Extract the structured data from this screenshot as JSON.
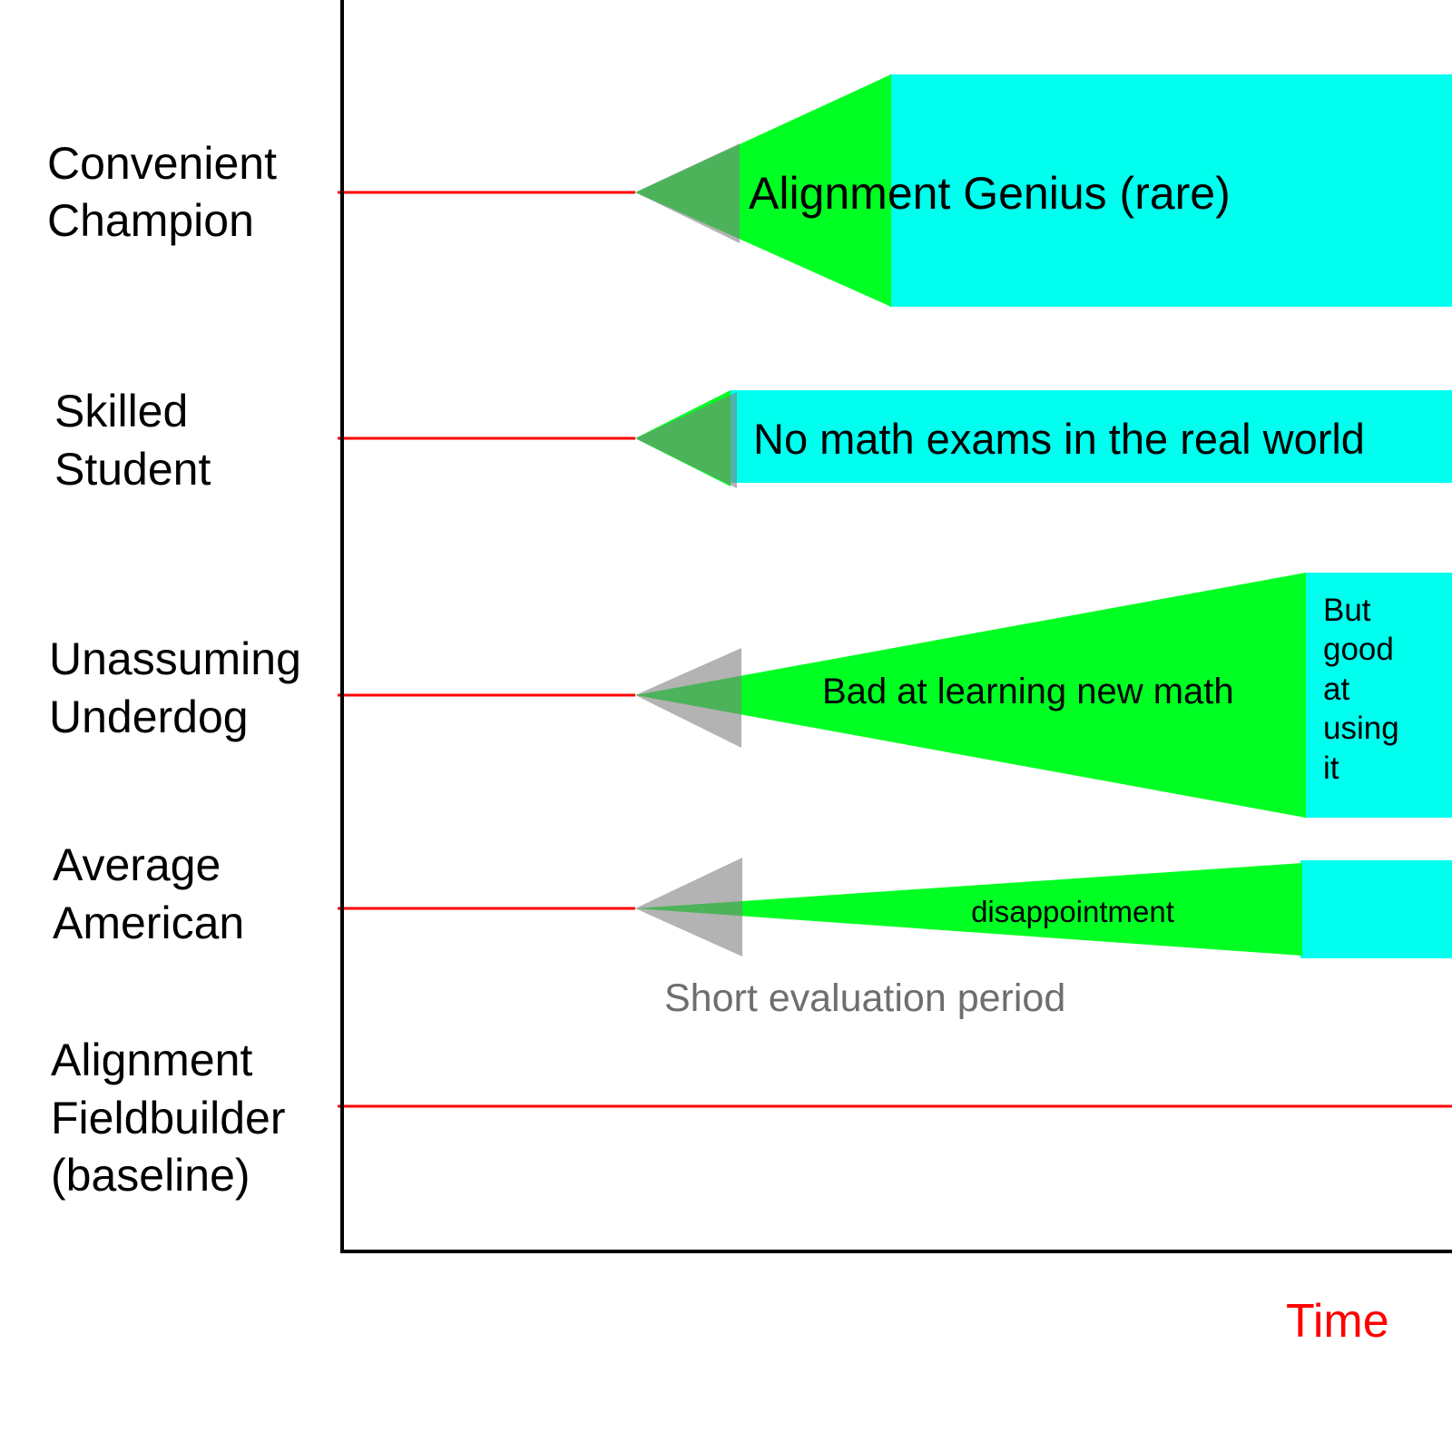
{
  "colors": {
    "axis": "#000000",
    "timeline": "#ff0000",
    "growth": "#00ff22",
    "plateau": "#00ffee",
    "evaluation": "#808080",
    "evaluation_text": "#6e6e6e",
    "time_label": "#ff0000"
  },
  "rows": [
    {
      "id": "convenient-champion",
      "label_lines": [
        "Convenient",
        "Champion"
      ],
      "band_text": "Alignment Genius (rare)"
    },
    {
      "id": "skilled-student",
      "label_lines": [
        "Skilled",
        "Student"
      ],
      "band_text": "No math exams in the real world"
    },
    {
      "id": "unassuming-underdog",
      "label_lines": [
        "Unassuming",
        "Underdog"
      ],
      "band_text": "Bad at learning new math",
      "side_text_lines": [
        "But",
        "good",
        "at",
        "using",
        "it"
      ]
    },
    {
      "id": "average-american",
      "label_lines": [
        "Average",
        "American"
      ],
      "band_text": "disappointment"
    },
    {
      "id": "alignment-fieldbuilder",
      "label_lines": [
        "Alignment",
        "Fieldbuilder",
        "(baseline)"
      ]
    }
  ],
  "evaluation_label": "Short evaluation period",
  "x_axis_label": "Time"
}
